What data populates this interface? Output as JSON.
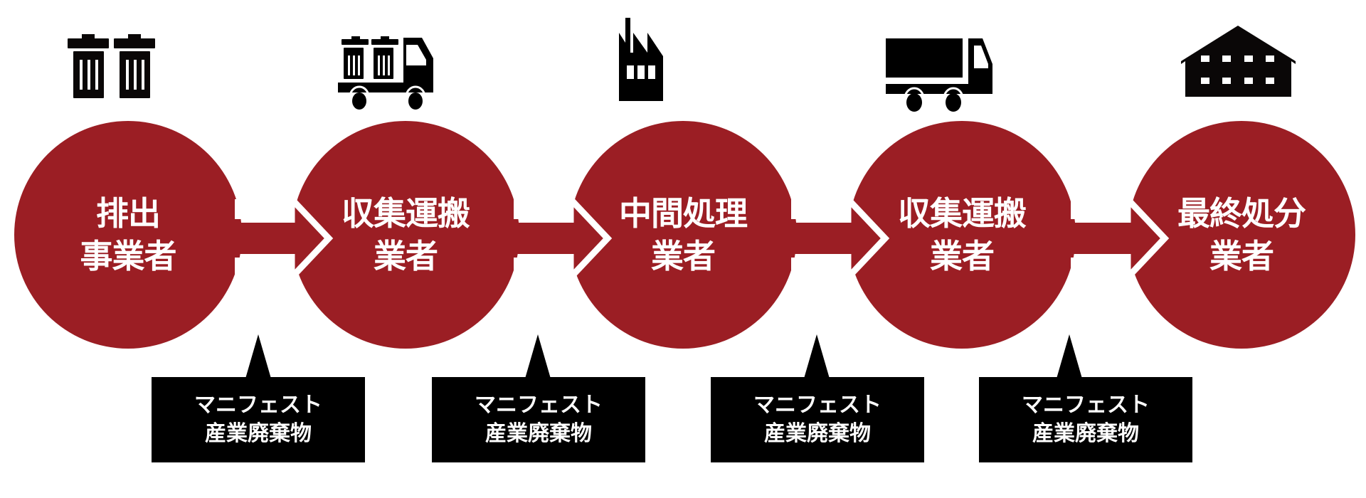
{
  "colors": {
    "node_fill": "#9b1e24",
    "callout_fill": "#000000",
    "text_on_dark": "#ffffff",
    "icon_fill": "#000000"
  },
  "nodes": [
    {
      "line1": "排出",
      "line2": "事業者",
      "icon": "trash-bins-icon"
    },
    {
      "line1": "収集運搬",
      "line2": "業者",
      "icon": "garbage-truck-icon"
    },
    {
      "line1": "中間処理",
      "line2": "業者",
      "icon": "factory-icon"
    },
    {
      "line1": "収集運搬",
      "line2": "業者",
      "icon": "truck-icon"
    },
    {
      "line1": "最終処分",
      "line2": "業者",
      "icon": "warehouse-icon"
    }
  ],
  "callouts": [
    {
      "line1": "マニフェスト",
      "line2": "産業廃棄物"
    },
    {
      "line1": "マニフェスト",
      "line2": "産業廃棄物"
    },
    {
      "line1": "マニフェスト",
      "line2": "産業廃棄物"
    },
    {
      "line1": "マニフェスト",
      "line2": "産業廃棄物"
    }
  ]
}
